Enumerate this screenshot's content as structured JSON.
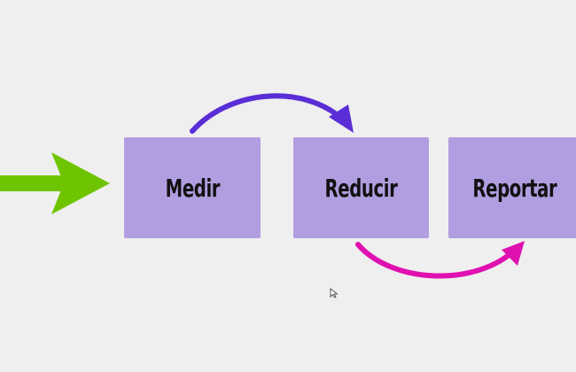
{
  "steps": [
    {
      "label": "Medir"
    },
    {
      "label": "Reducir"
    },
    {
      "label": "Reportar"
    }
  ],
  "colors": {
    "background": "#efefef",
    "box_fill": "#b19ee0",
    "entry_arrow": "#6fc400",
    "top_arrow": "#5a2ed6",
    "bottom_arrow": "#e010b0"
  }
}
